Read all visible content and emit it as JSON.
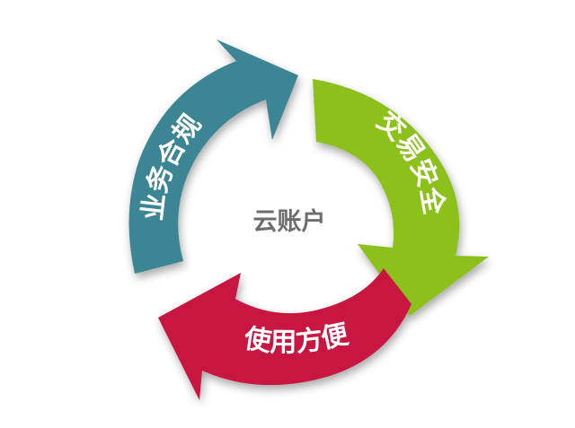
{
  "diagram": {
    "center": "云账户",
    "segments": [
      {
        "label": "业务合规",
        "color": "#3b8594"
      },
      {
        "label": "交易安全",
        "color": "#8cc11f"
      },
      {
        "label": "使用方便",
        "color": "#c8193f"
      }
    ]
  }
}
